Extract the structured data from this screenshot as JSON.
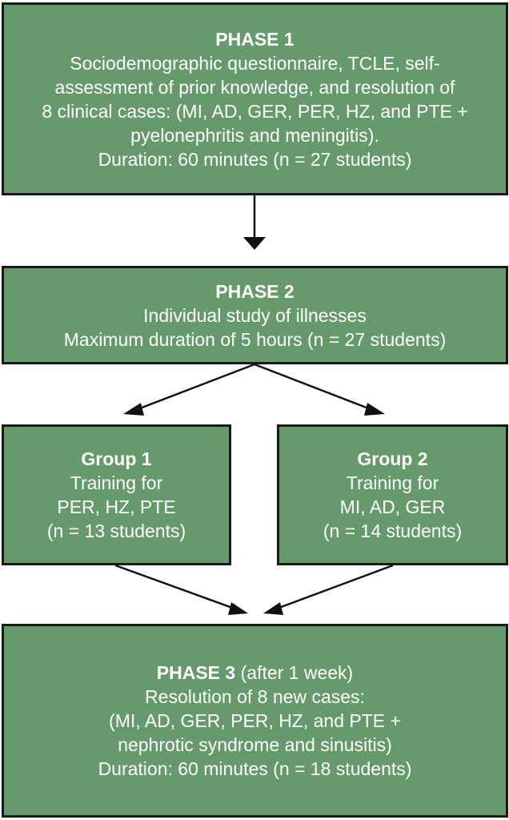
{
  "phase1": {
    "title": "PHASE 1",
    "lines": [
      "Sociodemographic questionnaire, TCLE, self-",
      "assessment of prior knowledge, and resolution of",
      "8 clinical cases: (MI, AD, GER, PER, HZ, and PTE +",
      "pyelonephritis and meningitis).",
      "Duration: 60 minutes (n = 27 students)"
    ]
  },
  "phase2": {
    "title": "PHASE 2",
    "lines": [
      "Individual study of illnesses",
      "Maximum duration of 5 hours (n = 27 students)"
    ]
  },
  "group1": {
    "title": "Group 1",
    "lines": [
      "Training for",
      "PER, HZ, PTE",
      "(n = 13 students)"
    ]
  },
  "group2": {
    "title": "Group 2",
    "lines": [
      "Training for",
      "MI, AD, GER",
      "(n = 14 students)"
    ]
  },
  "phase3": {
    "title": "PHASE 3",
    "title_suffix": " (after 1 week)",
    "lines": [
      "Resolution of 8 new cases:",
      "(MI, AD, GER, PER, HZ, and PTE +",
      "nephrotic syndrome and sinusitis)",
      "Duration: 60 minutes (n = 18 students)"
    ]
  },
  "colors": {
    "box_fill": "#66996b",
    "border": "#1a1a1a",
    "text": "#ffffff",
    "arrow": "#111111"
  }
}
